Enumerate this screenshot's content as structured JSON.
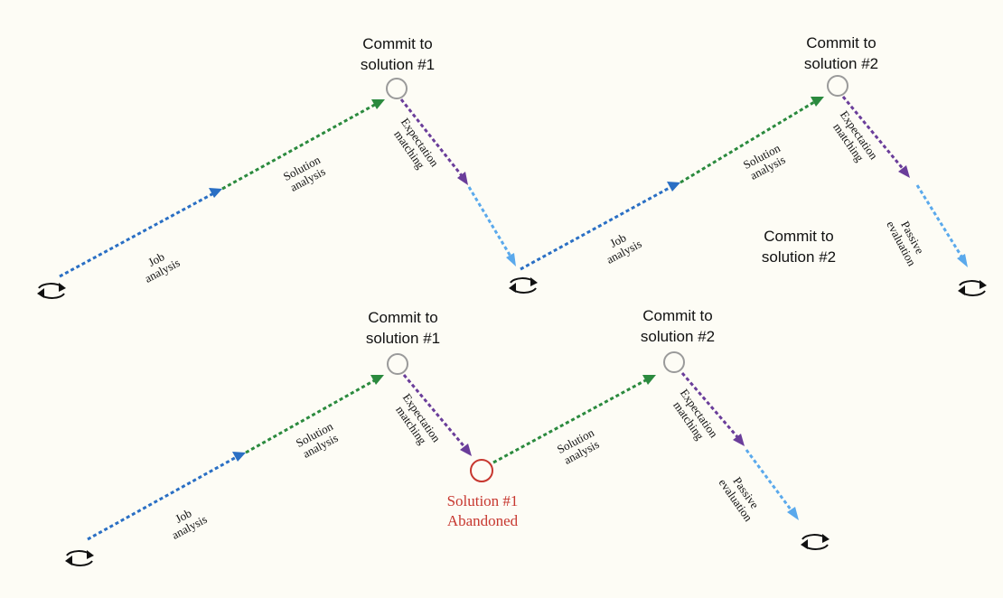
{
  "colors": {
    "background": "#fdfcf5",
    "job": "#2a6fc4",
    "solution": "#2b8a3e",
    "expectation": "#6a3d9a",
    "passive": "#5aa9ec",
    "commit_node": "#9a9a9a",
    "abandoned": "#c7372f"
  },
  "top": {
    "commit1": [
      "Commit to",
      "solution #1"
    ],
    "commit2": [
      "Commit to",
      "solution #2"
    ],
    "floating_commit2": [
      "Commit to",
      "solution #2"
    ],
    "job1": [
      "Job",
      "analysis"
    ],
    "sol1": [
      "Solution",
      "analysis"
    ],
    "exp1": [
      "Expectation",
      "matching"
    ],
    "job2": [
      "Job",
      "analysis"
    ],
    "sol2": [
      "Solution",
      "analysis"
    ],
    "exp2": [
      "Expectation",
      "matching"
    ],
    "passive": [
      "Passive",
      "evaluation"
    ]
  },
  "bottom": {
    "commit1": [
      "Commit to",
      "solution #1"
    ],
    "commit2": [
      "Commit to",
      "solution #2"
    ],
    "abandoned": [
      "Solution #1",
      "Abandoned"
    ],
    "job1": [
      "Job",
      "analysis"
    ],
    "sol1": [
      "Solution",
      "analysis"
    ],
    "exp1": [
      "Expectation",
      "matching"
    ],
    "sol2": [
      "Solution",
      "analysis"
    ],
    "exp2": [
      "Expectation",
      "matching"
    ],
    "passive": [
      "Passive",
      "evaluation"
    ]
  },
  "icons": [
    "cycle-icon",
    "arrowhead-icon",
    "commit-node-icon"
  ]
}
